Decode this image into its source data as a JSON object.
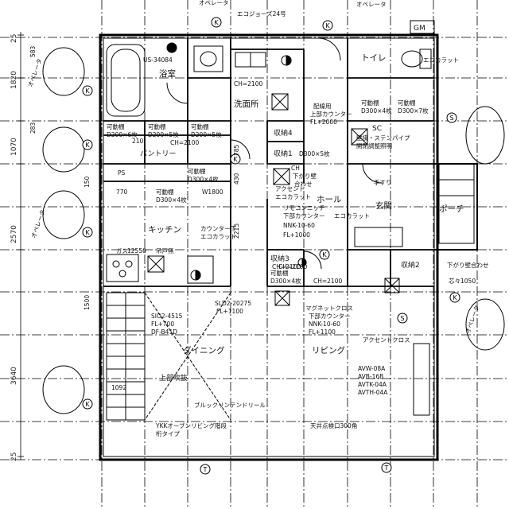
{
  "rooms": [
    {
      "text": "浴室"
    },
    {
      "text": "洗面所"
    },
    {
      "text": "パントリー"
    },
    {
      "text": "キッチン"
    },
    {
      "text": "ダイニング"
    },
    {
      "text": "リビング"
    },
    {
      "text": "ホール"
    },
    {
      "text": "玄関"
    },
    {
      "text": "ポーチ"
    },
    {
      "text": "トイレ"
    },
    {
      "text": "上部吹抜"
    },
    {
      "text": "収納1"
    },
    {
      "text": "収納2"
    },
    {
      "text": "収納3"
    },
    {
      "text": "収納4"
    },
    {
      "text": "SC"
    },
    {
      "text": "GM"
    }
  ],
  "labels": [
    {
      "text": "エコジョーズ24号"
    },
    {
      "text": "オペレータ"
    },
    {
      "text": "オペレータ"
    },
    {
      "text": "US-34084"
    },
    {
      "text": "CH=2100"
    },
    {
      "text": "CH=2100"
    },
    {
      "text": "CH=2100"
    },
    {
      "text": "CH=2100"
    },
    {
      "text": "可動棚"
    },
    {
      "text": "D300×4枚"
    },
    {
      "text": "可動棚"
    },
    {
      "text": "D300×7枚"
    },
    {
      "text": "配線用"
    },
    {
      "text": "上部カウンター"
    },
    {
      "text": "FL+2000"
    },
    {
      "text": "壁掛・ステンパイプ"
    },
    {
      "text": "開閉調整照明"
    },
    {
      "text": "可動棚"
    },
    {
      "text": "D200×6枚"
    },
    {
      "text": "可動棚"
    },
    {
      "text": "D200×5枚"
    },
    {
      "text": "可動棚"
    },
    {
      "text": "D200×5枚"
    },
    {
      "text": "D300×5枚"
    },
    {
      "text": "PS"
    },
    {
      "text": "可動棚"
    },
    {
      "text": "D300×4枚"
    },
    {
      "text": "可動棚"
    },
    {
      "text": "D300×4枚"
    },
    {
      "text": "W1800"
    },
    {
      "text": "カウンター下"
    },
    {
      "text": "エコカラット"
    },
    {
      "text": "ガス"
    },
    {
      "text": "吊戸無"
    },
    {
      "text": "CH"
    },
    {
      "text": "下がり壁"
    },
    {
      "text": "合わせ"
    },
    {
      "text": "アクセント"
    },
    {
      "text": "エコカラット"
    },
    {
      "text": "リモコンニッチ"
    },
    {
      "text": "下部カウンター"
    },
    {
      "text": "NNK-10-60"
    },
    {
      "text": "FL+1000"
    },
    {
      "text": "エコカラット"
    },
    {
      "text": "エコカラット"
    },
    {
      "text": "手すり"
    },
    {
      "text": "可動棚"
    },
    {
      "text": "D300×4枚"
    },
    {
      "text": "CH=2100"
    },
    {
      "text": "下がり壁合わせ"
    },
    {
      "text": "芯々1050"
    },
    {
      "text": "SLD2-20275"
    },
    {
      "text": "FL+1100"
    },
    {
      "text": "SIO2-4515"
    },
    {
      "text": "FL+700"
    },
    {
      "text": "DF-B41D"
    },
    {
      "text": "マグネットクロス"
    },
    {
      "text": "下部カウンター"
    },
    {
      "text": "NNK-10-60"
    },
    {
      "text": "FL+1100"
    },
    {
      "text": "アクセントクロス"
    },
    {
      "text": "AVW-08A"
    },
    {
      "text": "AVB-16B"
    },
    {
      "text": "AVTK-04A"
    },
    {
      "text": "AVTH-04A"
    },
    {
      "text": "ブルックリンテンドリール"
    },
    {
      "text": "YKKオーブンリビング階段"
    },
    {
      "text": "桁タイプ"
    },
    {
      "text": "天井点検口300角"
    },
    {
      "text": "1092"
    }
  ],
  "dimensions": [
    {
      "text": "25"
    },
    {
      "text": "1820"
    },
    {
      "text": "1070"
    },
    {
      "text": "2570"
    },
    {
      "text": "3640"
    },
    {
      "text": "25"
    },
    {
      "text": "583"
    },
    {
      "text": "283"
    },
    {
      "text": "210"
    },
    {
      "text": "785"
    },
    {
      "text": "430"
    },
    {
      "text": "2215"
    },
    {
      "text": "770"
    },
    {
      "text": "12550"
    },
    {
      "text": "1500"
    },
    {
      "text": "150"
    }
  ],
  "sub_labels": [
    {
      "text": "オペレータ"
    },
    {
      "text": "オペレータ"
    },
    {
      "text": "オペレータ"
    }
  ]
}
